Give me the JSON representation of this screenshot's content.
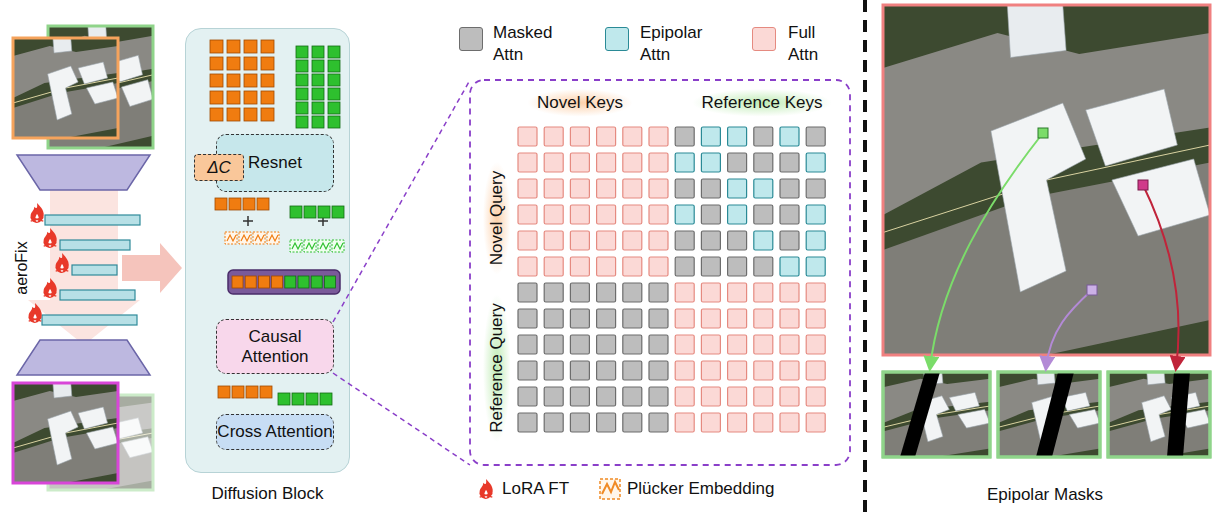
{
  "diagram": {
    "nodes": [
      {
        "text": [
          "Diffusion Block"
        ]
      },
      {
        "text": [
          "ΔC"
        ],
        "in": 0
      },
      {
        "text": [
          "Resnet"
        ],
        "in": 0
      },
      {
        "text": [
          "Causal Attention"
        ],
        "in": 0
      },
      {
        "text": [
          "Cross Attention"
        ],
        "in": 0
      }
    ],
    "labels": [
      "aeroFix",
      "Novel Keys",
      "Reference Keys",
      "Novel Query",
      "Reference Query",
      "Epipolar Masks"
    ],
    "legend": [
      {
        "text": "Masked Attn",
        "color": "#bdbdbd"
      },
      {
        "text": "Epipolar Attn",
        "color": "#bfe8ec"
      },
      {
        "text": "Full Attn",
        "color": "#fbd9d6"
      },
      {
        "text": "LoRA FT"
      },
      {
        "text": "Plücker Embedding"
      }
    ]
  }
}
